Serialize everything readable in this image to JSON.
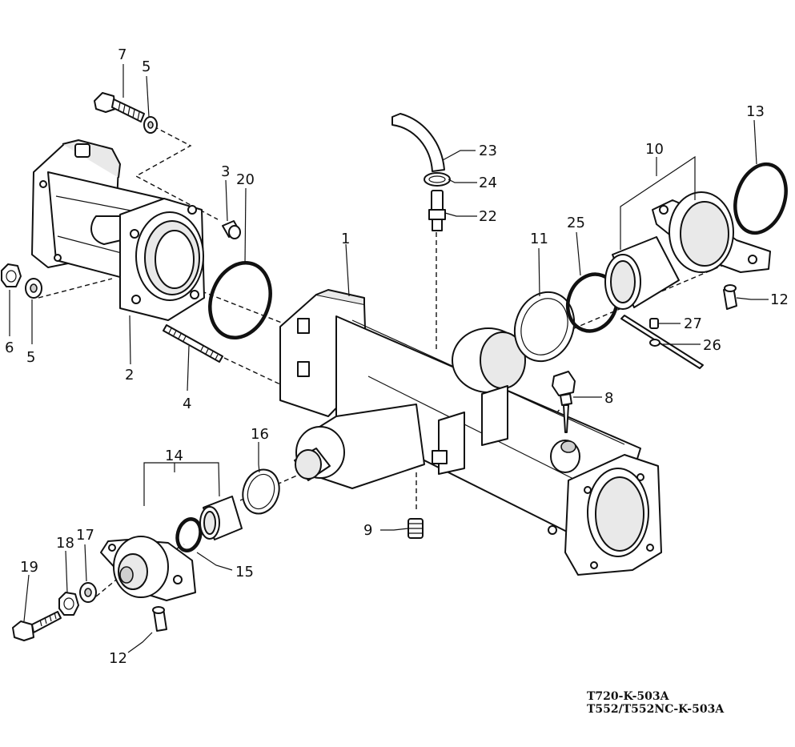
{
  "callouts": {
    "c1": "1",
    "c2": "2",
    "c3": "3",
    "c4": "4",
    "c5a": "5",
    "c5b": "5",
    "c6": "6",
    "c7": "7",
    "c8": "8",
    "c9": "9",
    "c10": "10",
    "c11": "11",
    "c12a": "12",
    "c12b": "12",
    "c13": "13",
    "c14": "14",
    "c15": "15",
    "c16": "16",
    "c17": "17",
    "c18": "18",
    "c19": "19",
    "c20": "20",
    "c22": "22",
    "c23": "23",
    "c24": "24",
    "c25": "25",
    "c26": "26",
    "c27": "27"
  },
  "drawing_codes": [
    "T720-K-503A",
    "T552/T552NC-K-503A"
  ]
}
